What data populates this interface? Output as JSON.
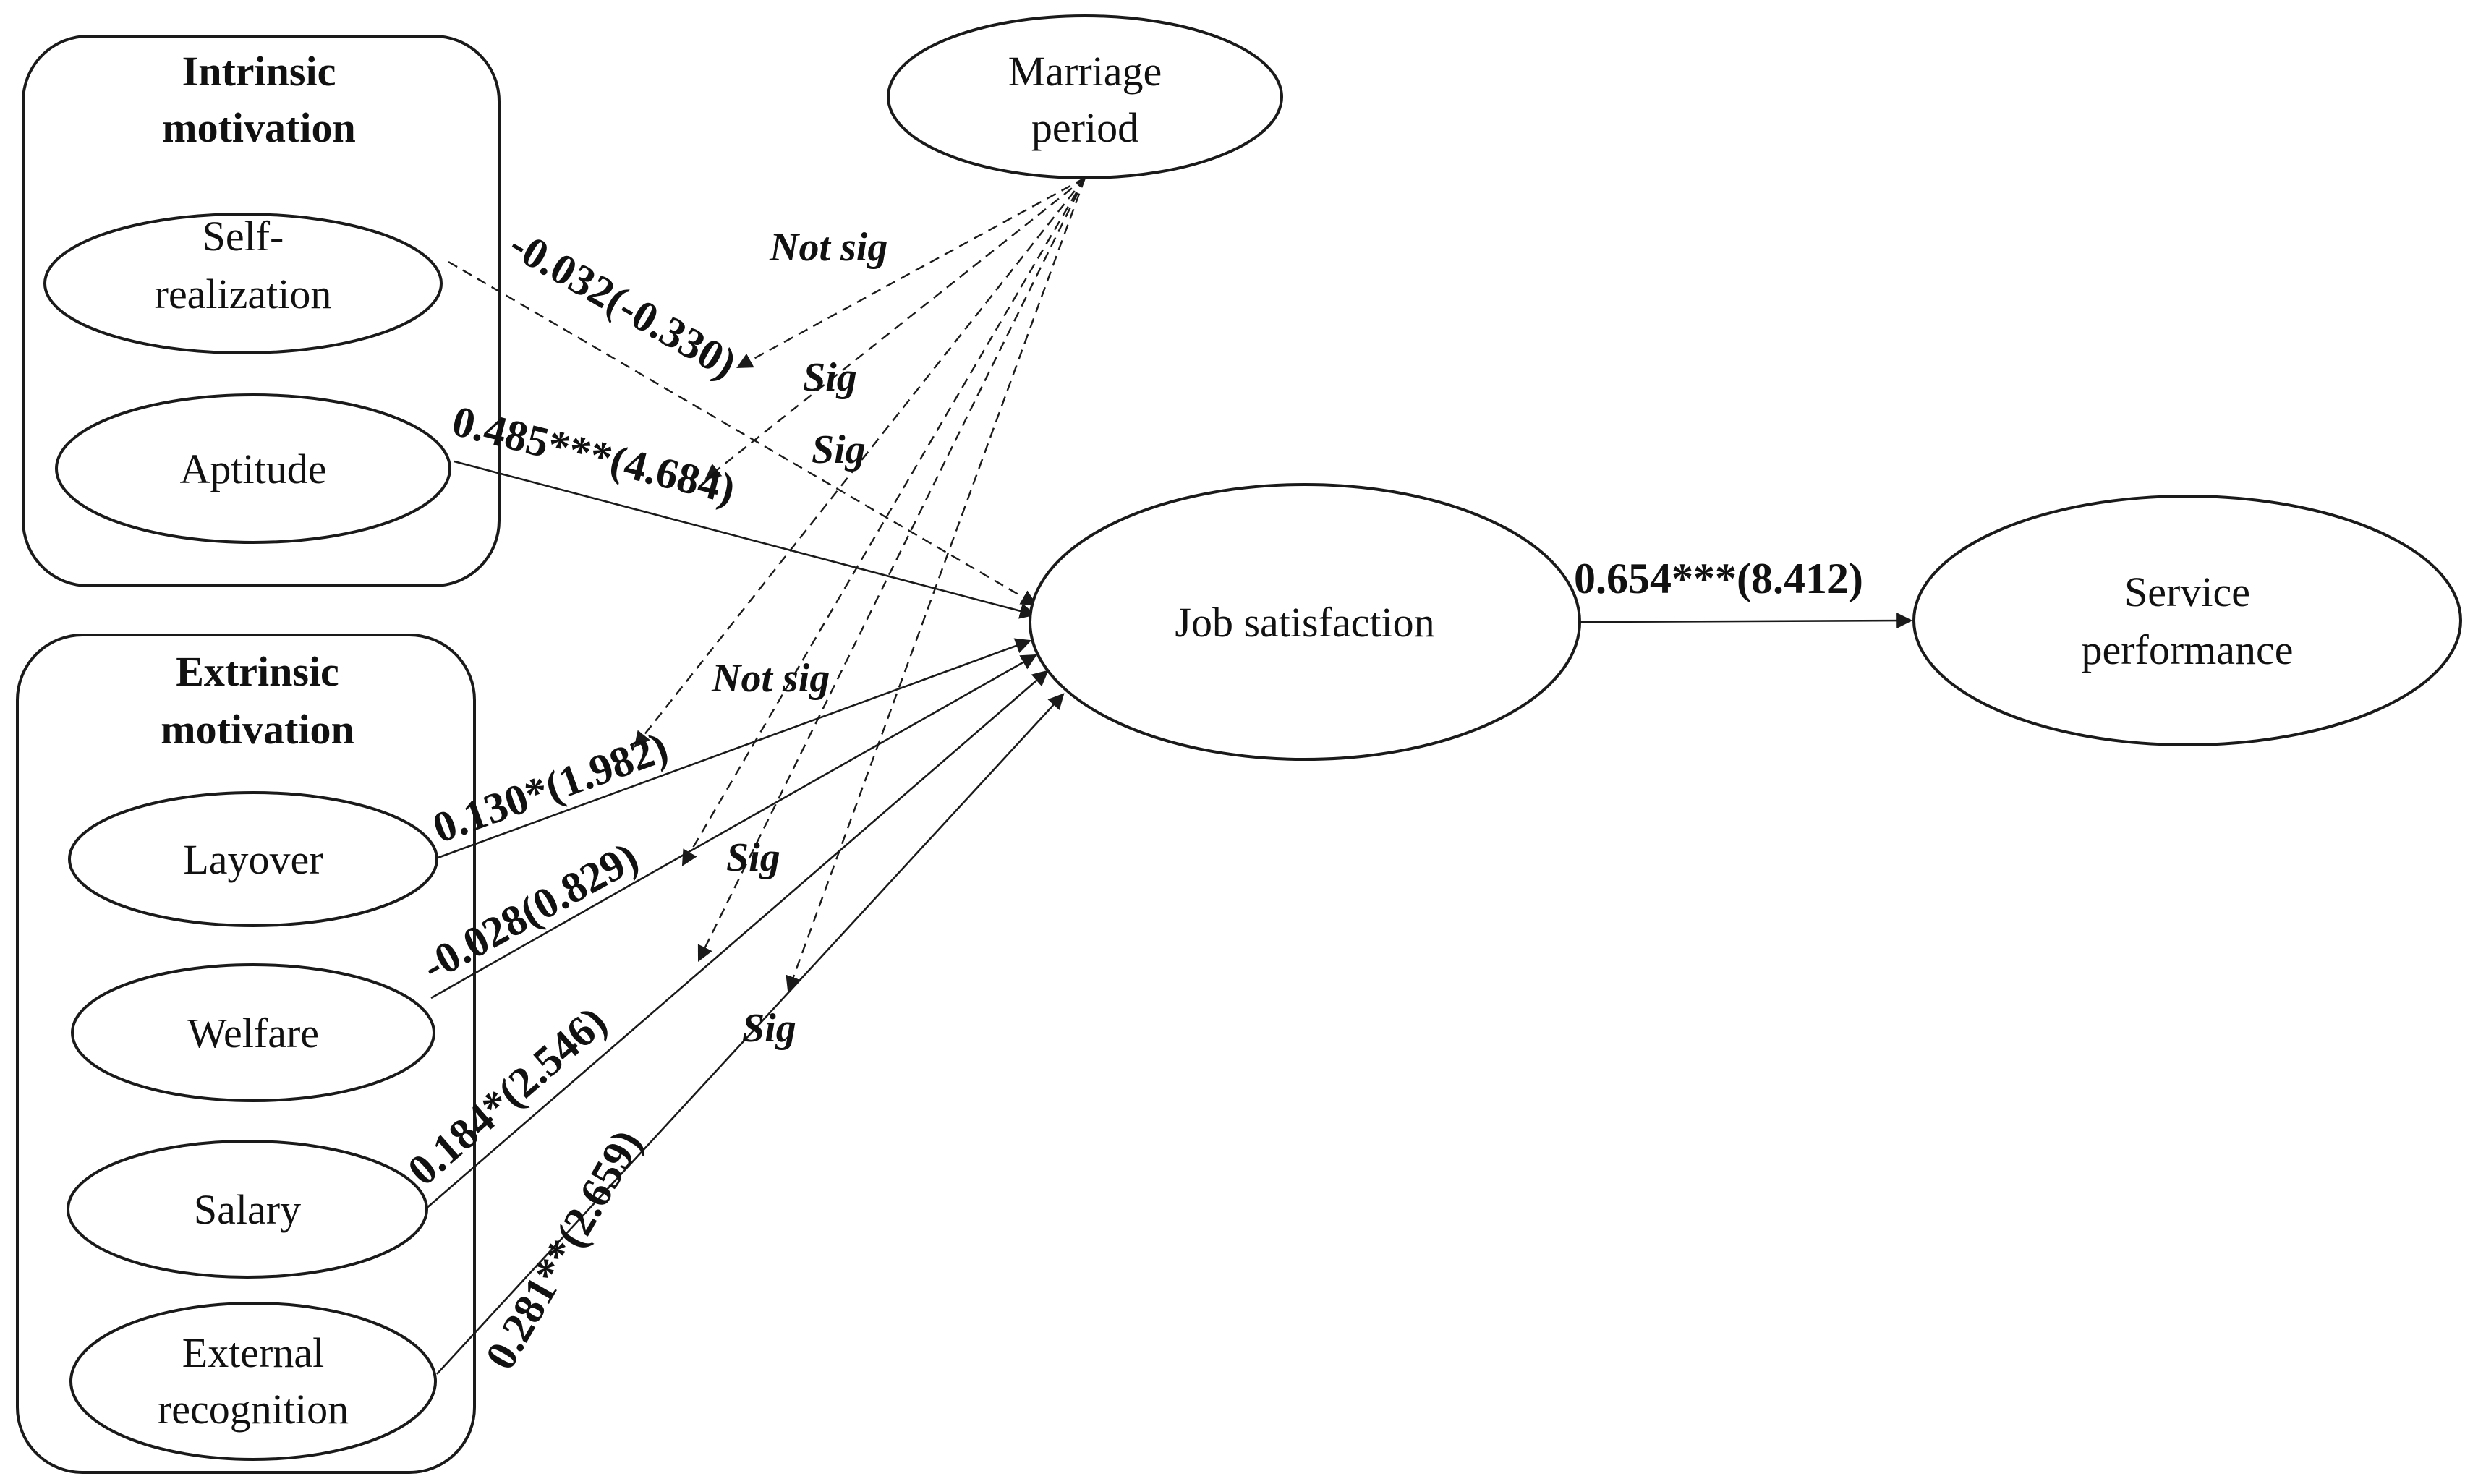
{
  "groups": {
    "intrinsic": {
      "title_line1": "Intrinsic",
      "title_line2": "motivation"
    },
    "extrinsic": {
      "title_line1": "Extrinsic",
      "title_line2": "motivation"
    }
  },
  "nodes": {
    "self_realization": {
      "line1": "Self-",
      "line2": "realization"
    },
    "aptitude": {
      "label": "Aptitude"
    },
    "layover": {
      "label": "Layover"
    },
    "welfare": {
      "label": "Welfare"
    },
    "salary": {
      "label": "Salary"
    },
    "external_recognition": {
      "line1": "External",
      "line2": "recognition"
    },
    "marriage_period": {
      "line1": "Marriage",
      "line2": "period"
    },
    "job_satisfaction": {
      "label": "Job satisfaction"
    },
    "service_performance": {
      "line1": "Service",
      "line2": "performance"
    }
  },
  "paths": {
    "self_realization": "-0.032(-0.330)",
    "aptitude": "0.485***(4.684)",
    "layover": "0.130*(1.982)",
    "welfare": "-0.028(0.829)",
    "salary": "0.184*(2.546)",
    "external_recognition": "0.281**(2.659)",
    "job_satisfaction": "0.654***(8.412)"
  },
  "moderation": {
    "self_realization": "Not sig",
    "aptitude": "Sig",
    "aptitude_2": "Sig",
    "layover": "Not sig",
    "welfare": "Sig",
    "salary": "Sig"
  },
  "colors": {
    "line": "#1a1a1a",
    "text": "#111111",
    "background": "#ffffff"
  }
}
